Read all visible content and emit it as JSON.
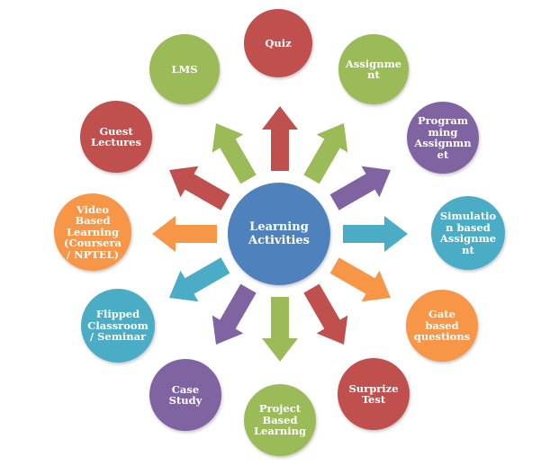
{
  "diagram": {
    "center": {
      "label": "Learning\nActivities",
      "color": "#4f81bd"
    },
    "activities": [
      {
        "id": "quiz",
        "label": "Quiz",
        "color": "#c0504d"
      },
      {
        "id": "assignment",
        "label": "Assignme\nnt",
        "color": "#9bbb59"
      },
      {
        "id": "programming-assignment",
        "label": "Program\nming\nAssignmn\net",
        "color": "#8064a2"
      },
      {
        "id": "simulation-assignment",
        "label": "Simulatio\nn based\nAssignme\nnt",
        "color": "#4bacc6"
      },
      {
        "id": "gate-questions",
        "label": "Gate\nbased\nquestions",
        "color": "#f79646"
      },
      {
        "id": "surprize-test",
        "label": "Surprize\nTest",
        "color": "#c0504d"
      },
      {
        "id": "project-learning",
        "label": "Project\nBased\nLearning",
        "color": "#9bbb59"
      },
      {
        "id": "case-study",
        "label": "Case\nStudy",
        "color": "#8064a2"
      },
      {
        "id": "flipped-classroom",
        "label": "Flipped\nClassroom\n/ Seminar",
        "color": "#4bacc6"
      },
      {
        "id": "video-learning",
        "label": "Video\nBased\nLearning\n(Coursera\n/ NPTEL)",
        "color": "#f79646"
      },
      {
        "id": "guest-lectures",
        "label": "Guest\nLectures",
        "color": "#c0504d"
      },
      {
        "id": "lms",
        "label": "LMS",
        "color": "#9bbb59"
      }
    ]
  }
}
